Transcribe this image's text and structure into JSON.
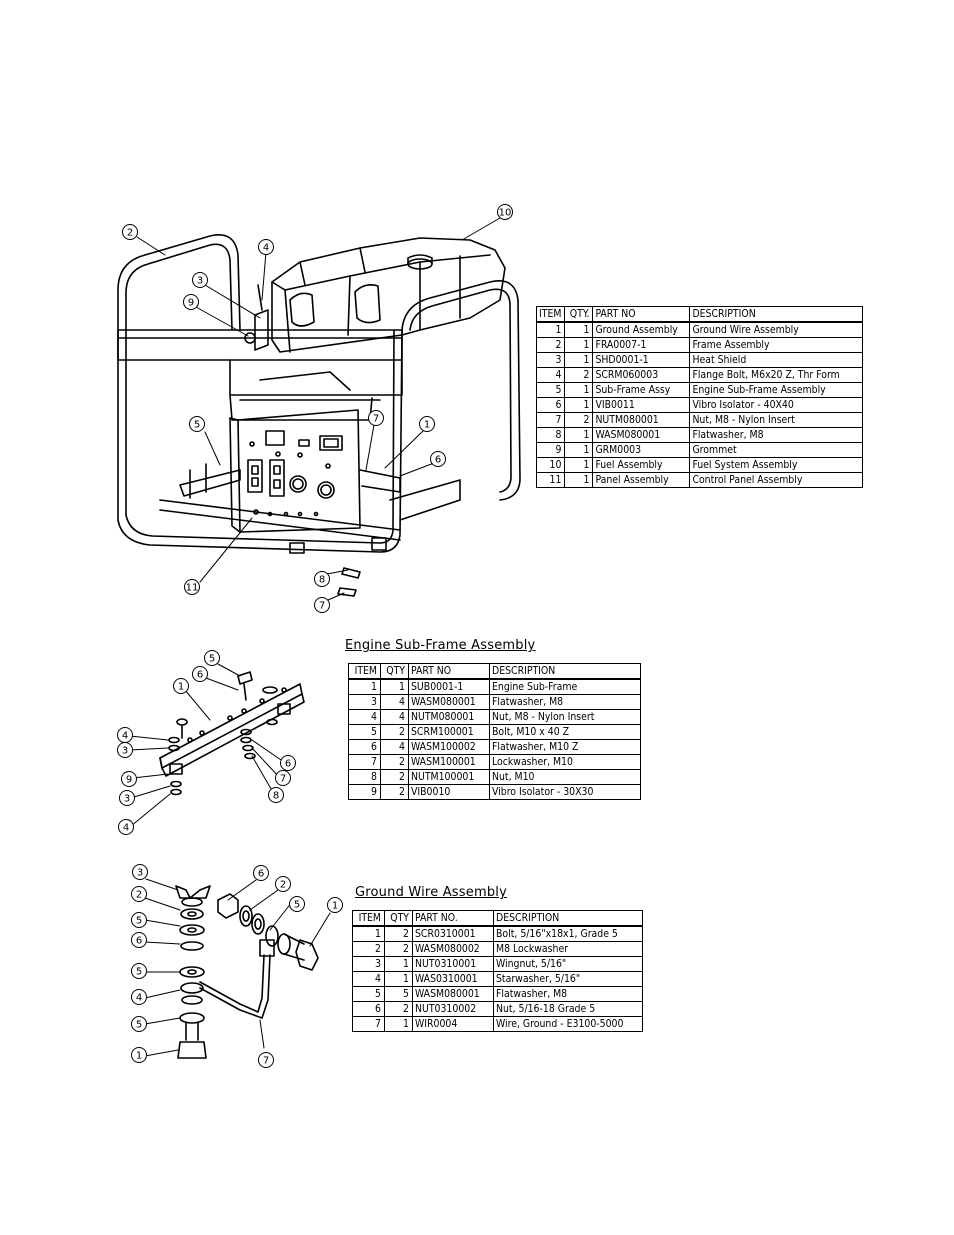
{
  "main_table": {
    "headers": [
      "ITEM",
      "QTY.",
      "PART NO",
      "DESCRIPTION"
    ],
    "rows": [
      [
        "1",
        "1",
        "Ground Assembly",
        "Ground Wire Assembly"
      ],
      [
        "2",
        "1",
        "FRA0007-1",
        "Frame Assembly"
      ],
      [
        "3",
        "1",
        "SHD0001-1",
        "Heat Shield"
      ],
      [
        "4",
        "2",
        "SCRM060003",
        "Flange Bolt, M6x20  Z, Thr Form"
      ],
      [
        "5",
        "1",
        "Sub-Frame Assy",
        "Engine Sub-Frame Assembly"
      ],
      [
        "6",
        "1",
        "VIB0011",
        "Vibro Isolator - 40X40"
      ],
      [
        "7",
        "2",
        "NUTM080001",
        "Nut, M8 - Nylon Insert"
      ],
      [
        "8",
        "1",
        "WASM080001",
        "Flatwasher, M8"
      ],
      [
        "9",
        "1",
        "GRM0003",
        "Grommet"
      ],
      [
        "10",
        "1",
        "Fuel Assembly",
        "Fuel System Assembly"
      ],
      [
        "11",
        "1",
        "Panel Assembly",
        "Control Panel Assembly"
      ]
    ]
  },
  "subframe": {
    "title": "Engine Sub-Frame Assembly",
    "headers": [
      "ITEM",
      "QTY",
      "PART NO",
      "DESCRIPTION"
    ],
    "rows": [
      [
        "1",
        "1",
        "SUB0001-1",
        "Engine Sub-Frame"
      ],
      [
        "3",
        "4",
        "WASM080001",
        "Flatwasher, M8"
      ],
      [
        "4",
        "4",
        "NUTM080001",
        "Nut, M8 - Nylon Insert"
      ],
      [
        "5",
        "2",
        "SCRM100001",
        "Bolt, M10 x 40 Z"
      ],
      [
        "6",
        "4",
        "WASM100002",
        "Flatwasher, M10 Z"
      ],
      [
        "7",
        "2",
        "WASM100001",
        "Lockwasher, M10"
      ],
      [
        "8",
        "2",
        "NUTM100001",
        "Nut, M10"
      ],
      [
        "9",
        "2",
        "VIB0010",
        "Vibro Isolator - 30X30"
      ]
    ]
  },
  "groundwire": {
    "title": "Ground Wire Assembly",
    "headers": [
      "ITEM",
      "QTY",
      "PART NO.",
      "DESCRIPTION"
    ],
    "rows": [
      [
        "1",
        "2",
        "SCR0310001",
        "Bolt, 5/16\"x18x1, Grade 5"
      ],
      [
        "2",
        "2",
        "WASM080002",
        "M8 Lockwasher"
      ],
      [
        "3",
        "1",
        "NUT0310001",
        "Wingnut, 5/16\""
      ],
      [
        "4",
        "1",
        "WAS0310001",
        "Starwasher, 5/16\""
      ],
      [
        "5",
        "5",
        "WASM080001",
        "Flatwasher, M8"
      ],
      [
        "6",
        "2",
        "NUT0310002",
        "Nut, 5/16-18 Grade 5"
      ],
      [
        "7",
        "1",
        "WIR0004",
        "Wire, Ground - E3100-5000"
      ]
    ]
  },
  "callouts": {
    "main": [
      "2",
      "4",
      "3",
      "9",
      "10",
      "5",
      "7",
      "1",
      "6",
      "11",
      "8",
      "7"
    ],
    "subframe": [
      "5",
      "6",
      "1",
      "4",
      "3",
      "9",
      "3",
      "4",
      "6",
      "7",
      "8"
    ],
    "groundwire": [
      "3",
      "2",
      "5",
      "6",
      "5",
      "4",
      "5",
      "1",
      "6",
      "2",
      "5",
      "1",
      "7"
    ]
  },
  "colors": {
    "line": "#000000",
    "background": "#ffffff"
  }
}
